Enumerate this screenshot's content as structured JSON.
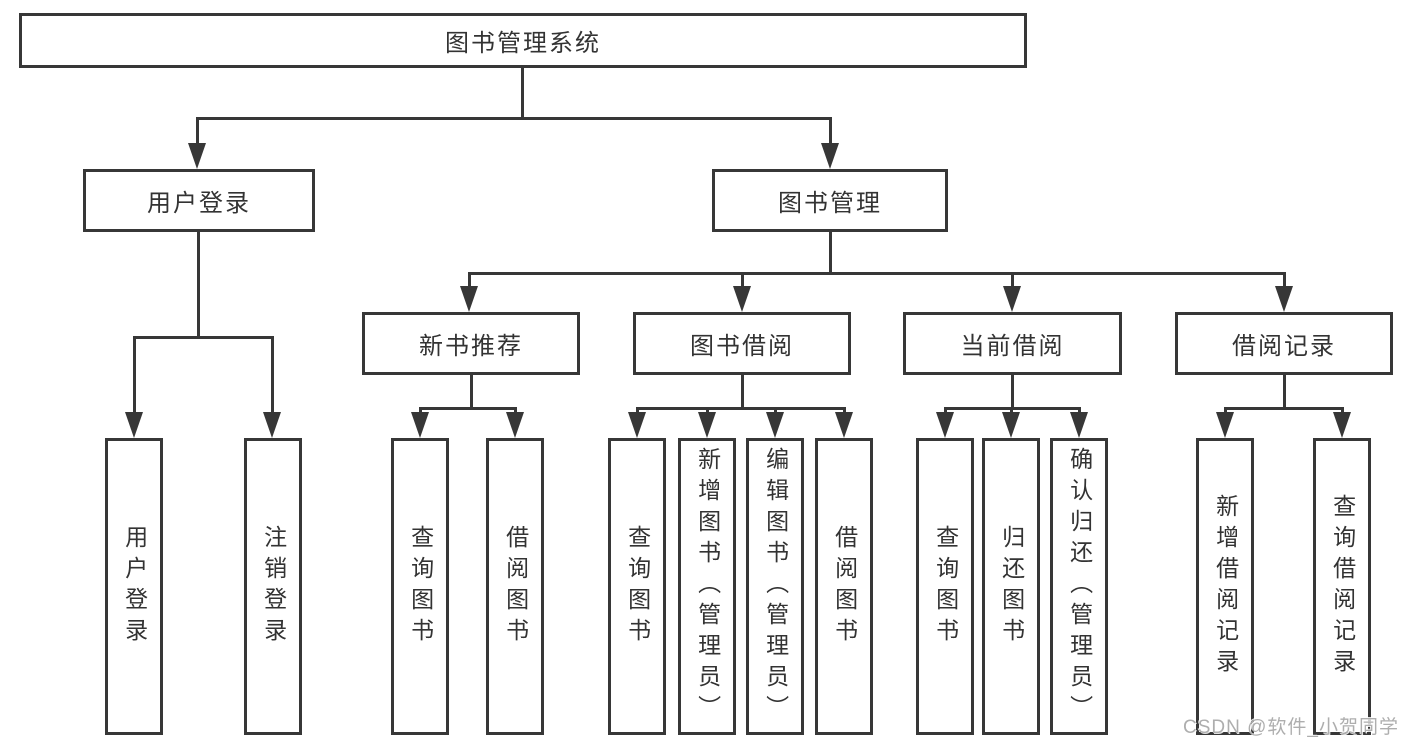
{
  "diagram_title": "图书管理系统",
  "tree": {
    "root": {
      "label": "图书管理系统"
    },
    "branches": [
      {
        "label": "用户登录",
        "children": [
          {
            "label": "用户登录"
          },
          {
            "label": "注销登录"
          }
        ]
      },
      {
        "label": "图书管理",
        "children": [
          {
            "label": "新书推荐",
            "children": [
              {
                "label": "查询图书"
              },
              {
                "label": "借阅图书"
              }
            ]
          },
          {
            "label": "图书借阅",
            "children": [
              {
                "label": "查询图书"
              },
              {
                "label": "新增图书（管理员）"
              },
              {
                "label": "编辑图书（管理员）"
              },
              {
                "label": "借阅图书"
              }
            ]
          },
          {
            "label": "当前借阅",
            "children": [
              {
                "label": "查询图书"
              },
              {
                "label": "归还图书"
              },
              {
                "label": "确认归还（管理员）"
              }
            ]
          },
          {
            "label": "借阅记录",
            "children": [
              {
                "label": "新增借阅记录"
              },
              {
                "label": "查询借阅记录"
              }
            ]
          }
        ]
      }
    ]
  },
  "watermark": {
    "text": "CSDN @软件_小贺同学"
  },
  "colors": {
    "line": "#373737",
    "text": "#333333",
    "background": "#ffffff",
    "watermark": "#aeaeae"
  }
}
